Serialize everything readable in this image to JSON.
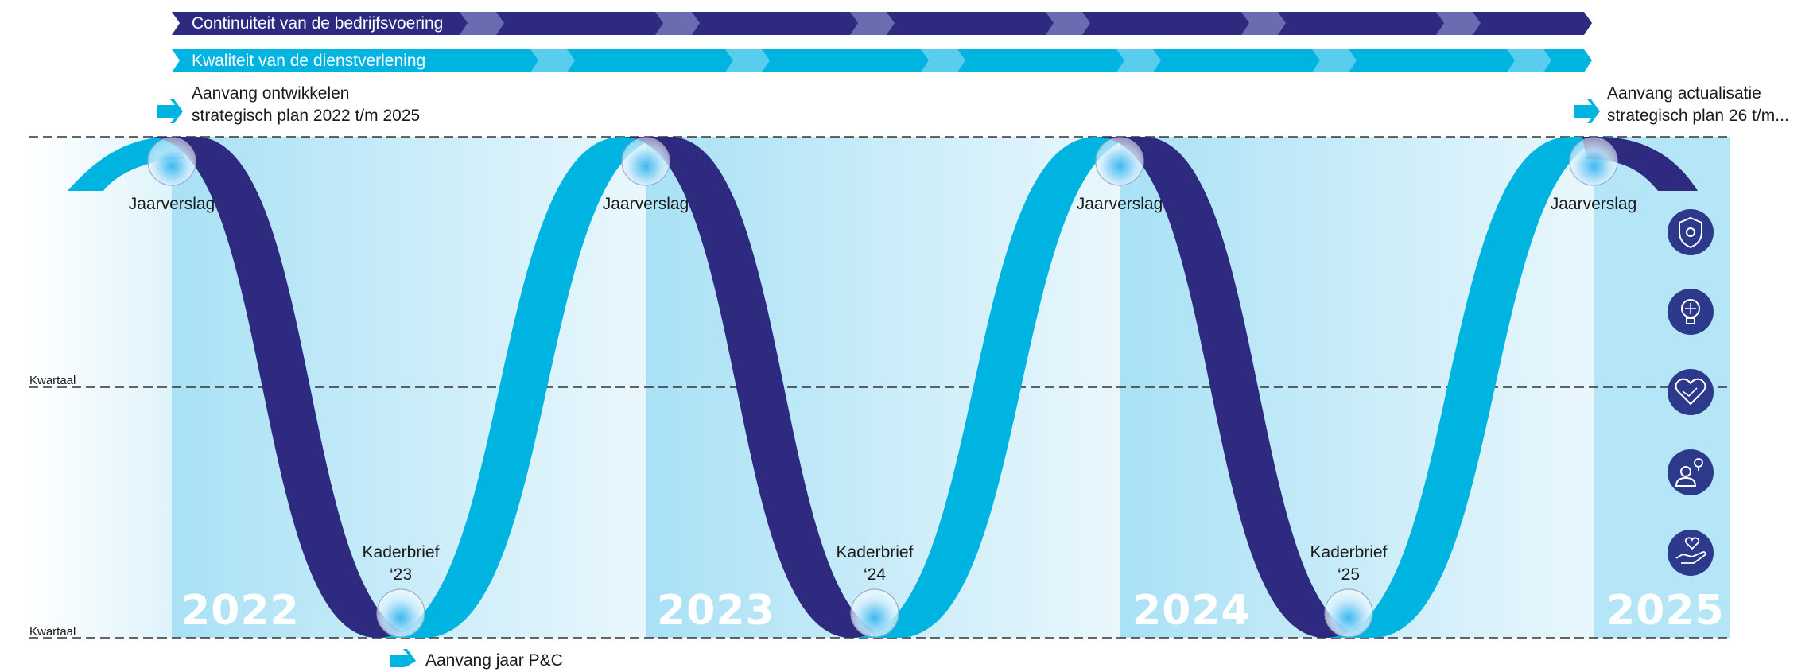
{
  "top_bars": {
    "continuity": "Continuiteit van de bedrijfsvoering",
    "quality": "Kwaliteit van de dienstverlening"
  },
  "start_note": {
    "line1": "Aanvang ontwikkelen",
    "line2": "strategisch plan 2022 t/m 2025"
  },
  "end_note": {
    "line1": "Aanvang actualisatie",
    "line2": "strategisch plan 26 t/m..."
  },
  "bottom_note": "Aanvang jaar P&C",
  "row_labels": {
    "upper": "Kwartaal",
    "lower": "Kwartaal"
  },
  "milestones": {
    "annual_reports": [
      "Jaarverslag",
      "Jaarverslag",
      "Jaarverslag",
      "Jaarverslag"
    ],
    "framework_letters": [
      {
        "line1": "Kaderbrief",
        "line2": "‘23"
      },
      {
        "line1": "Kaderbrief",
        "line2": "‘24"
      },
      {
        "line1": "Kaderbrief",
        "line2": "‘25"
      }
    ]
  },
  "years": [
    "2022",
    "2023",
    "2024",
    "2025"
  ],
  "icons": [
    "shield-icon",
    "lightbulb-icon",
    "heart-handshake-icon",
    "person-idea-icon",
    "hand-heart-icon"
  ],
  "colors": {
    "navy": "#2d2a80",
    "cyan": "#00b4e2",
    "light_band": "#b5e6f7",
    "pale_band": "#e3f5fc"
  }
}
